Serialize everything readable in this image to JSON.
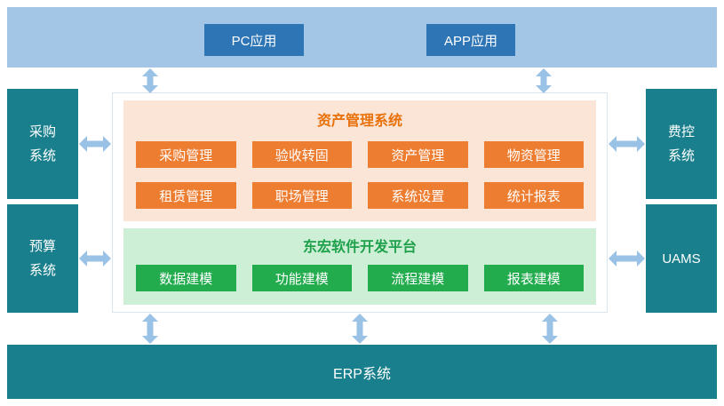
{
  "top_bar": {
    "pc_label": "PC应用",
    "app_label": "APP应用"
  },
  "left_column": {
    "top": "采购\n系统",
    "bottom": "预算\n系统"
  },
  "right_column": {
    "top": "费控\n系统",
    "bottom": "UAMS"
  },
  "asset_system": {
    "title": "资产管理系统",
    "modules": [
      "采购管理",
      "验收转固",
      "资产管理",
      "物资管理",
      "租赁管理",
      "职场管理",
      "系统设置",
      "统计报表"
    ]
  },
  "dev_platform": {
    "title": "东宏软件开发平台",
    "modules": [
      "数据建模",
      "功能建模",
      "流程建模",
      "报表建模"
    ]
  },
  "erp": {
    "label": "ERP系统"
  },
  "colors": {
    "teal_system_box": "#1A7F8C",
    "client_layer_bar": "#A4C6E6",
    "client_chip_blue": "#2E75B6",
    "asset_module_orange": "#ED7D31",
    "asset_section_bg": "#FBE5D6",
    "dev_module_green": "#22AC4E",
    "dev_section_bg": "#CDEFD6",
    "arrow_blue": "#99C2E6"
  }
}
